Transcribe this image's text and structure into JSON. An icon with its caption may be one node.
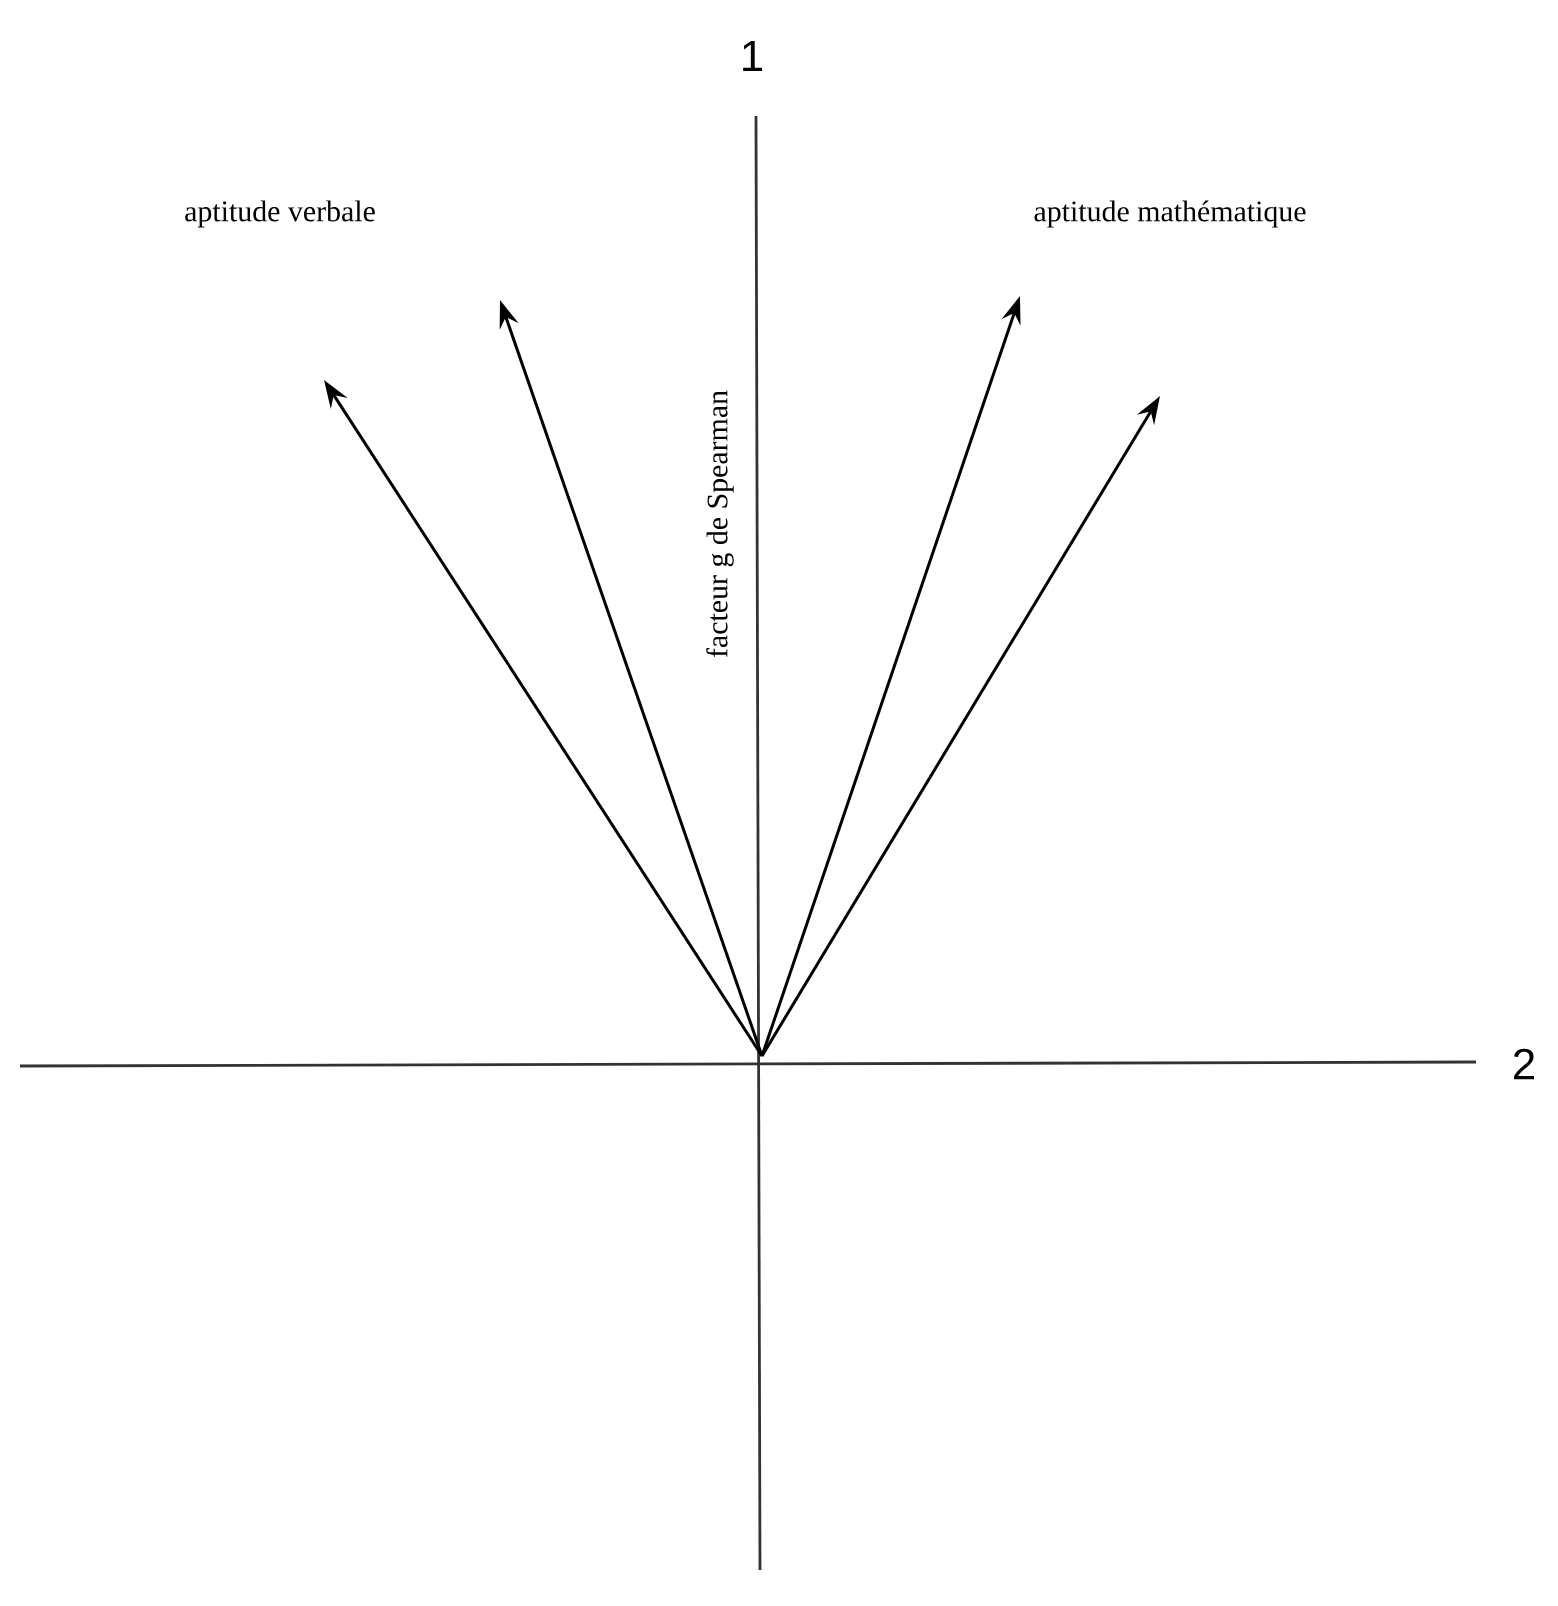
{
  "diagram": {
    "labels": [
      "1",
      "aptitude verbale",
      "aptitude mathématique",
      "facteur g de Spearman",
      "2"
    ]
  }
}
